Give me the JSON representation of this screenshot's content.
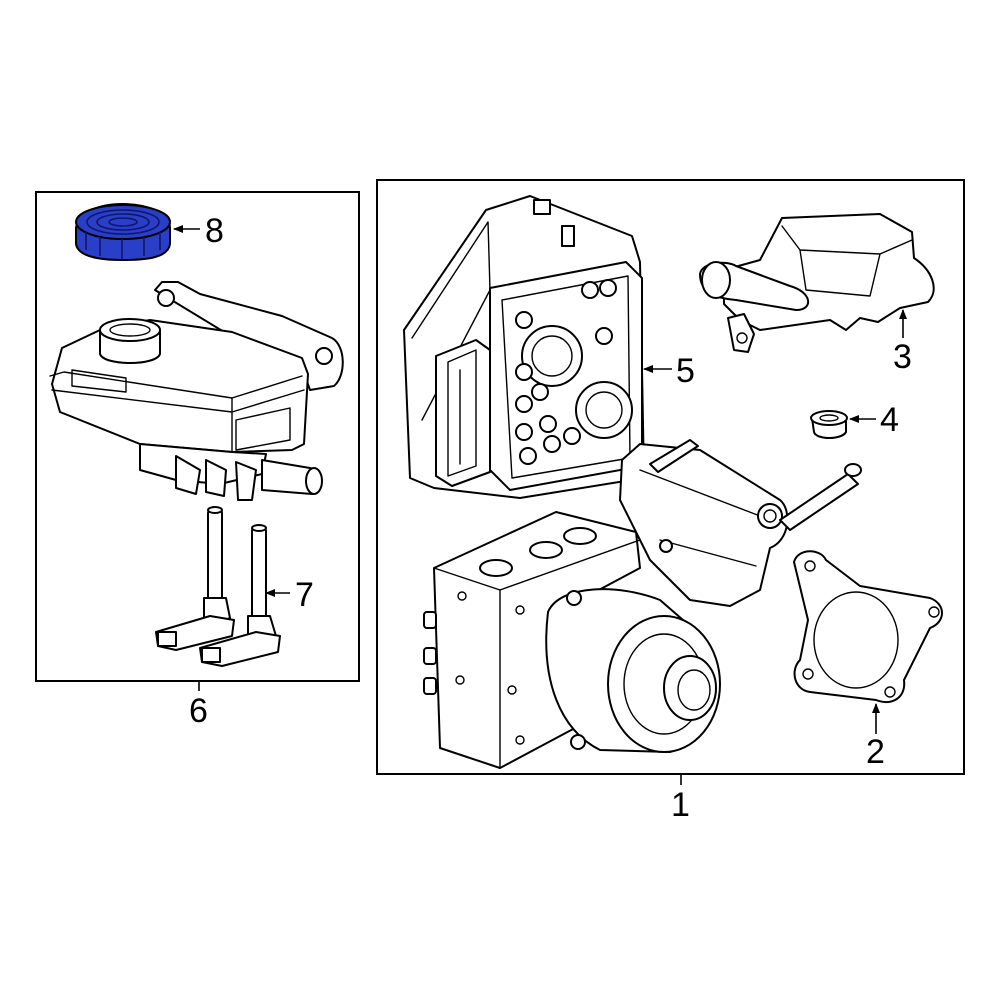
{
  "colors": {
    "highlight": "#2a3fc8",
    "line": "#000000",
    "background": "#ffffff"
  },
  "callouts": {
    "c1": "1",
    "c2": "2",
    "c3": "3",
    "c4": "4",
    "c5": "5",
    "c6": "6",
    "c7": "7",
    "c8": "8"
  }
}
